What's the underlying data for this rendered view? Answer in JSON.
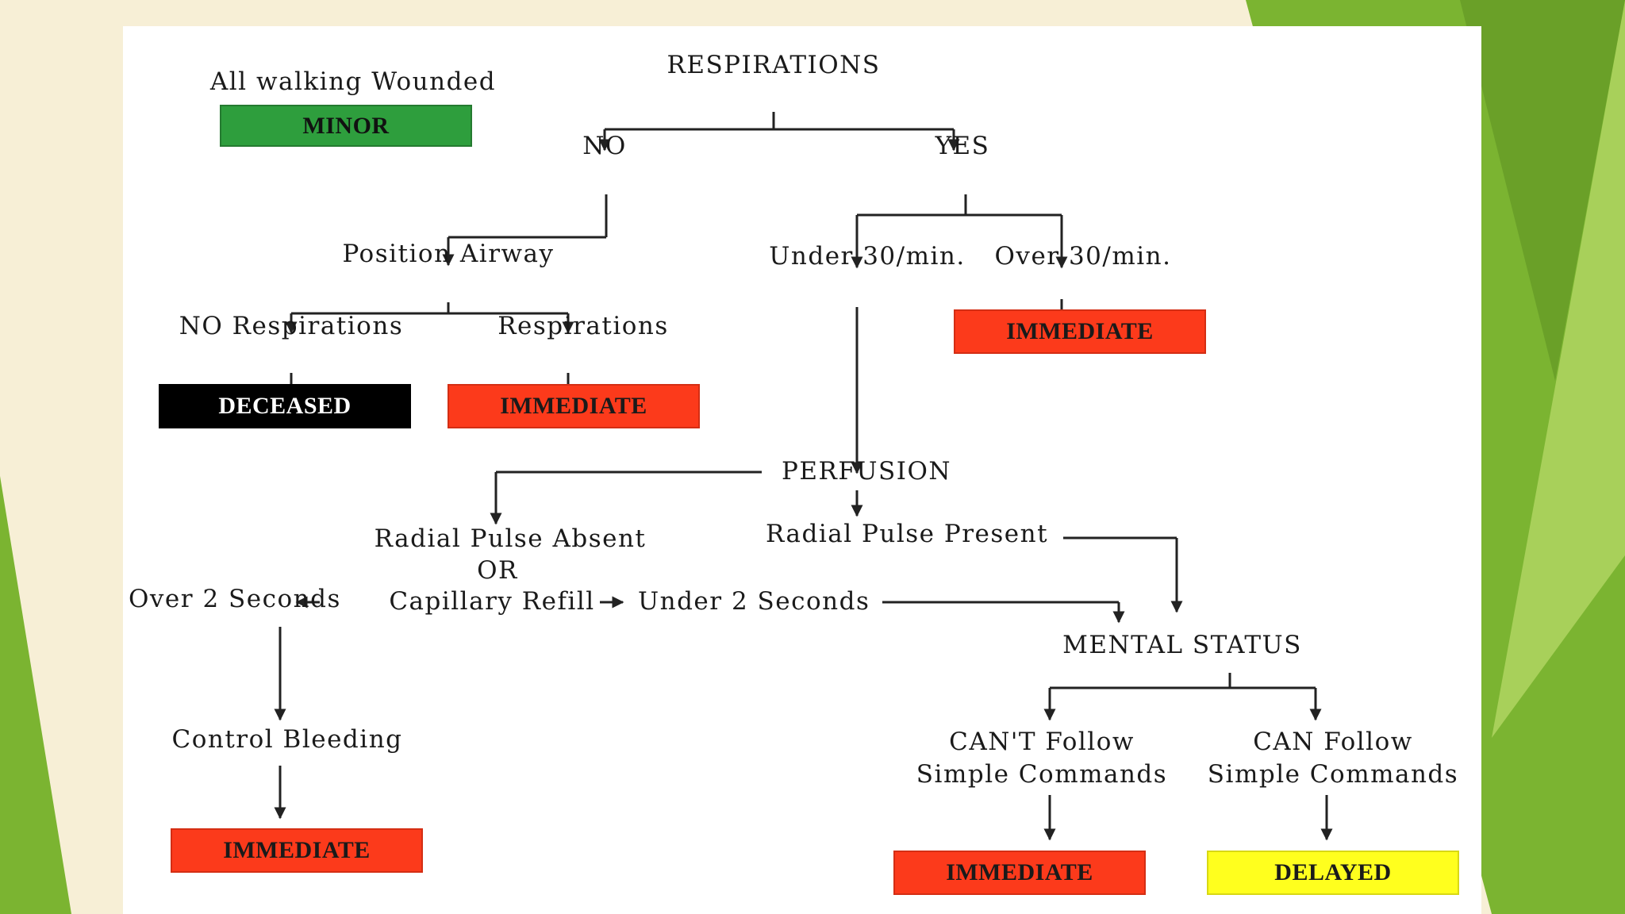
{
  "colors": {
    "background": "#f7efd6",
    "accent_green": "#7bb431",
    "accent_green_light": "#a8d05a",
    "minor": "#2e9e3d",
    "immediate": "#fc3a1b",
    "deceased": "#000000",
    "delayed": "#ffff1e",
    "line": "#222222"
  },
  "labels": {
    "all_walking": "All walking Wounded",
    "respirations": "RESPIRATIONS",
    "no": "NO",
    "yes": "YES",
    "position_airway": "Position Airway",
    "no_respirations": "NO Respirations",
    "respirations_after_airway": "Respirations",
    "under_30": "Under 30/min.",
    "over_30": "Over 30/min.",
    "perfusion": "PERFUSION",
    "radial_absent": "Radial Pulse Absent",
    "or": "OR",
    "over_2_seconds": "Over 2 Seconds",
    "capillary_refill": "Capillary Refill",
    "under_2_seconds": "Under 2 Seconds",
    "radial_present": "Radial Pulse Present",
    "mental_status": "MENTAL STATUS",
    "control_bleeding": "Control Bleeding",
    "cant_follow": "CAN'T Follow\nSimple Commands",
    "can_follow": "CAN Follow\nSimple Commands"
  },
  "categories": {
    "minor": "MINOR",
    "deceased": "DECEASED",
    "immediate": "IMMEDIATE",
    "delayed": "DELAYED"
  }
}
